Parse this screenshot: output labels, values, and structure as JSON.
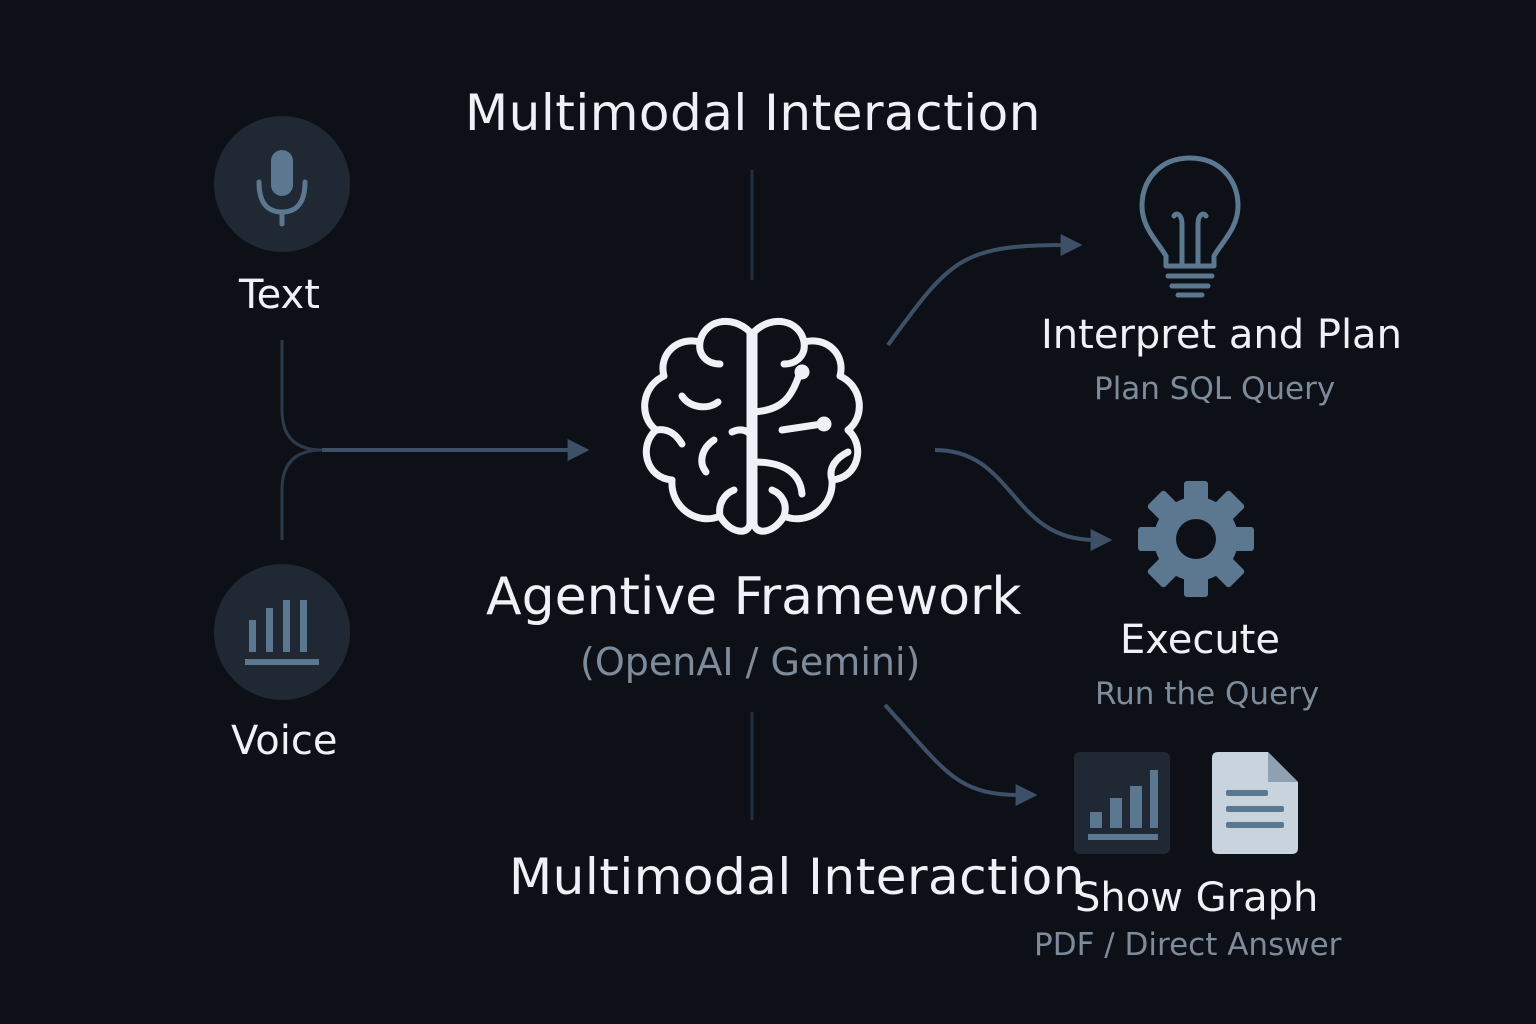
{
  "top_title": "Multimodal Interaction",
  "bottom_title": "Multimodal Interaction",
  "inputs": {
    "text": {
      "label": "Text",
      "icon": "microphone-icon"
    },
    "voice": {
      "label": "Voice",
      "icon": "bar-chart-icon"
    }
  },
  "center": {
    "title": "Agentive Framework",
    "subtitle": "(OpenAI / Gemini)",
    "icon": "brain-icon"
  },
  "outputs": [
    {
      "label": "Interpret and Plan",
      "sub": "Plan SQL Query",
      "icon": "lightbulb-icon"
    },
    {
      "label": "Execute",
      "sub": "Run the Query",
      "icon": "gear-icon"
    },
    {
      "label": "Show Graph",
      "sub": "PDF / Direct Answer",
      "icon": "chart-and-document-icons"
    }
  ],
  "colors": {
    "background": "#0d1117",
    "connector": "#3d5068",
    "icon_accent": "#5c7891",
    "icon_circle": "#1f2833",
    "text_white": "#eef2f6",
    "text_muted": "#7e8b9a"
  }
}
